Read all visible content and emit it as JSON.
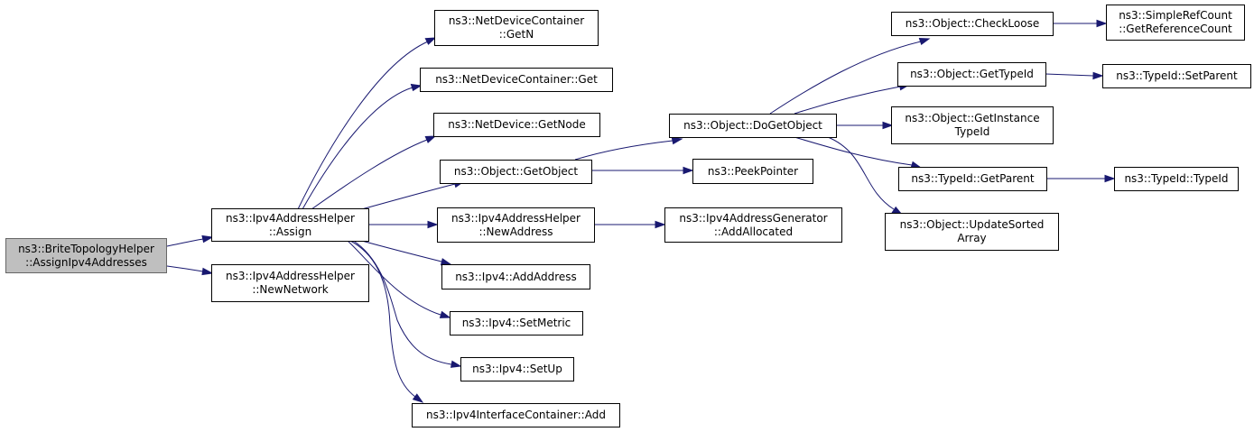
{
  "graph": {
    "edge_color": "#191970",
    "root_fill": "#bfbfbf",
    "nodes": {
      "root": {
        "lines": [
          "ns3::BriteTopologyHelper",
          "::AssignIpv4Addresses"
        ]
      },
      "assign": {
        "lines": [
          "ns3::Ipv4AddressHelper",
          "::Assign"
        ]
      },
      "newnet": {
        "lines": [
          "ns3::Ipv4AddressHelper",
          "::NewNetwork"
        ]
      },
      "getn": {
        "lines": [
          "ns3::NetDeviceContainer",
          "::GetN"
        ]
      },
      "ndcget": {
        "lines": [
          "ns3::NetDeviceContainer::Get"
        ]
      },
      "getnode": {
        "lines": [
          "ns3::NetDevice::GetNode"
        ]
      },
      "getobj": {
        "lines": [
          "ns3::Object::GetObject"
        ]
      },
      "newaddr": {
        "lines": [
          "ns3::Ipv4AddressHelper",
          "::NewAddress"
        ]
      },
      "addaddr": {
        "lines": [
          "ns3::Ipv4::AddAddress"
        ]
      },
      "setmet": {
        "lines": [
          "ns3::Ipv4::SetMetric"
        ]
      },
      "setup": {
        "lines": [
          "ns3::Ipv4::SetUp"
        ]
      },
      "icadd": {
        "lines": [
          "ns3::Ipv4InterfaceContainer::Add"
        ]
      },
      "dogetobj": {
        "lines": [
          "ns3::Object::DoGetObject"
        ]
      },
      "peek": {
        "lines": [
          "ns3::PeekPointer"
        ]
      },
      "addalloc": {
        "lines": [
          "ns3::Ipv4AddressGenerator",
          "::AddAllocated"
        ]
      },
      "check": {
        "lines": [
          "ns3::Object::CheckLoose"
        ]
      },
      "gettid": {
        "lines": [
          "ns3::Object::GetTypeId"
        ]
      },
      "getinst": {
        "lines": [
          "ns3::Object::GetInstance",
          "TypeId"
        ]
      },
      "getpar": {
        "lines": [
          "ns3::TypeId::GetParent"
        ]
      },
      "upd": {
        "lines": [
          "ns3::Object::UpdateSorted",
          "Array"
        ]
      },
      "refcnt": {
        "lines": [
          "ns3::SimpleRefCount",
          "::GetReferenceCount"
        ]
      },
      "setpar": {
        "lines": [
          "ns3::TypeId::SetParent"
        ]
      },
      "typeid": {
        "lines": [
          "ns3::TypeId::TypeId"
        ]
      }
    },
    "edges": [
      [
        "root",
        "assign"
      ],
      [
        "root",
        "newnet"
      ],
      [
        "assign",
        "getn"
      ],
      [
        "assign",
        "ndcget"
      ],
      [
        "assign",
        "getnode"
      ],
      [
        "assign",
        "getobj"
      ],
      [
        "assign",
        "newaddr"
      ],
      [
        "assign",
        "addaddr"
      ],
      [
        "assign",
        "setmet"
      ],
      [
        "assign",
        "setup"
      ],
      [
        "assign",
        "icadd"
      ],
      [
        "getobj",
        "dogetobj"
      ],
      [
        "getobj",
        "peek"
      ],
      [
        "newaddr",
        "addalloc"
      ],
      [
        "dogetobj",
        "check"
      ],
      [
        "dogetobj",
        "gettid"
      ],
      [
        "dogetobj",
        "getinst"
      ],
      [
        "dogetobj",
        "getpar"
      ],
      [
        "dogetobj",
        "upd"
      ],
      [
        "check",
        "refcnt"
      ],
      [
        "gettid",
        "setpar"
      ],
      [
        "getpar",
        "typeid"
      ]
    ]
  }
}
